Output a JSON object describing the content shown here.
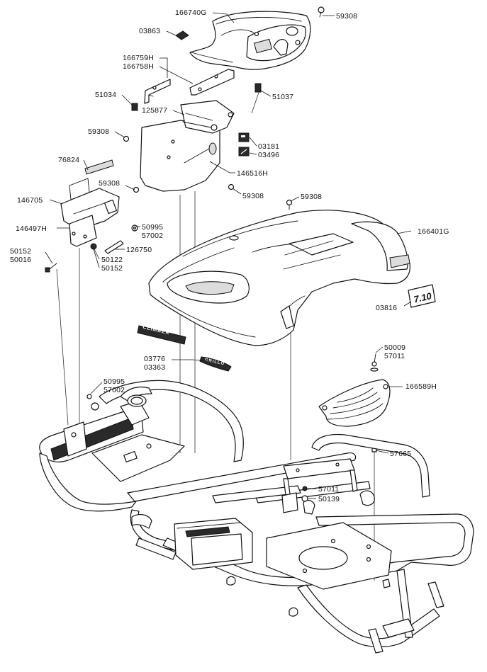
{
  "part_labels": {
    "p166740G": "166740G",
    "p59308_top": "59308",
    "p03863": "03863",
    "p166759H": "166759H",
    "p166758H": "166758H",
    "p51034": "51034",
    "p51037": "51037",
    "p125877": "125877",
    "p59308_a": "59308",
    "p03181": "03181",
    "p03496": "03496",
    "p76824": "76824",
    "p146516H": "146516H",
    "p59308_b": "59308",
    "p59308_c": "59308",
    "p146705": "146705",
    "p59308_d": "59308",
    "p50995_a": "50995",
    "p57002_a": "57002",
    "p146497H": "146497H",
    "p126750": "126750",
    "p50152_a": "50152",
    "p50016": "50016",
    "p50122": "50122",
    "p50152_b": "50152",
    "p166401G": "166401G",
    "p03816": "03816",
    "p03776": "03776",
    "p03363": "03363",
    "p50009": "50009",
    "p57011_a": "57011",
    "p50995_b": "50995",
    "p57002_b": "57002",
    "p166589H": "166589H",
    "p57665": "57665",
    "p57011_b": "57011",
    "p50139": "50139"
  },
  "decals": {
    "model_decal": "7.10",
    "emblem_long": "CLIMBER",
    "emblem_short": "GRILLO"
  }
}
